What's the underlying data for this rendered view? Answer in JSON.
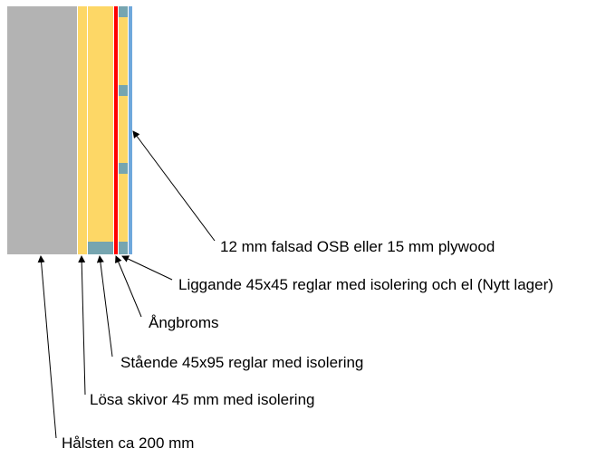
{
  "colors": {
    "brick": "#b3b3b3",
    "insulation": "#fdd766",
    "stud": "#76a5b0",
    "vapor_barrier": "#ff0000",
    "board": "#6fa8dc"
  },
  "labels": {
    "osb": "12 mm falsad OSB eller 15 mm plywood",
    "liggande": "Liggande 45x45 reglar med isolering och el (Nytt lager)",
    "angbroms": "Ångbroms",
    "staende": "Stående 45x95 reglar med isolering",
    "losa": "Lösa skivor 45 mm med isolering",
    "halsten": "Hålsten ca 200 mm"
  }
}
